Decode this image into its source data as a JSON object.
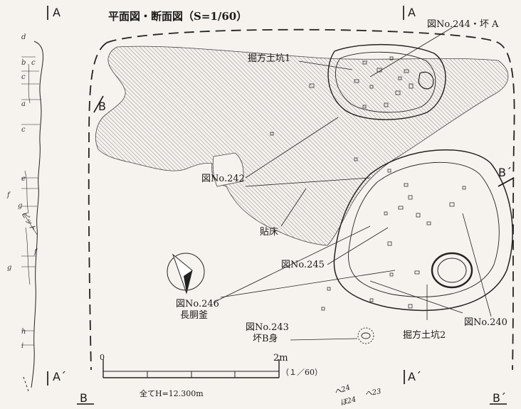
{
  "title": "平面図・断面図（S=1/60）",
  "labels": {
    "fig244": "図No.244・坏 A",
    "pit1": "掘方土坑1",
    "fig242": "図No.242",
    "harimono": "貼床",
    "fig245": "図No.245",
    "fig246": "図No.246",
    "nagadougama": "長胴釜",
    "fig243": "図No.243",
    "tsukiB": "坏B身",
    "pit2": "掘方土坑2",
    "fig240": "図No.240"
  },
  "section_marks": {
    "a_top_left": "A",
    "a_top_right": "A",
    "a_bottom_left": "A´",
    "a_bottom_right": "A´",
    "b_left": "B",
    "b_right": "B´",
    "b_bottom_left": "B",
    "b_bottom_right": "B´"
  },
  "section_profile_letters": [
    "d",
    "b",
    "c",
    "c",
    "a",
    "c",
    "e",
    "f",
    "g",
    "ピット",
    "f",
    "g",
    "h",
    "i"
  ],
  "scale": {
    "start": "0",
    "end": "2m",
    "ratio": "（１／60）",
    "height_note": "全てH=12.300m"
  },
  "bottom_notes": {
    "n1": "へ24",
    "n2": "へ23",
    "n3": "ほ24"
  }
}
